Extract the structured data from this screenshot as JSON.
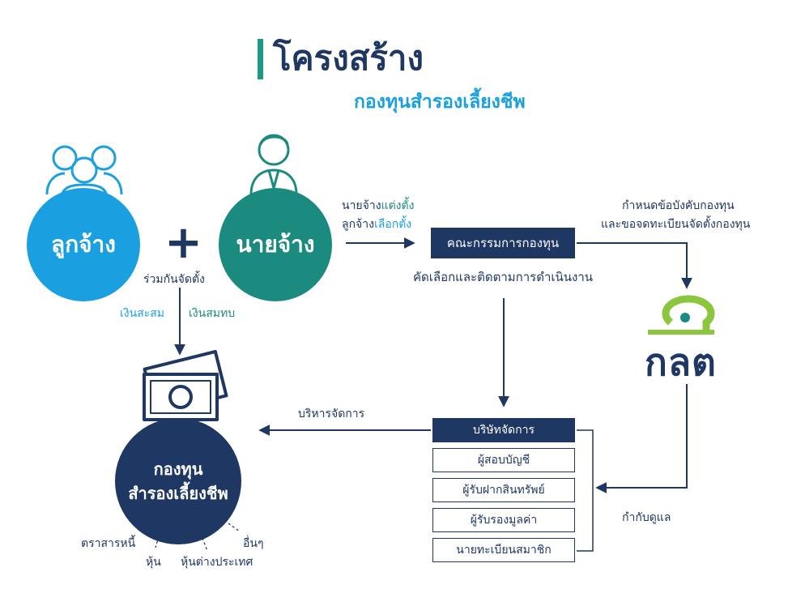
{
  "title": "โครงสร้าง",
  "subtitle": "กองทุนสำรองเลี้ยงชีพ",
  "employee": {
    "label": "ลูกจ้าง",
    "icon": "people-group-icon"
  },
  "employer": {
    "label": "นายจ้าง",
    "icon": "businessman-icon"
  },
  "plus_sign": "+",
  "joint_setup": "ร่วมกันจัดตั้ง",
  "contribution": {
    "employee": "เงินสะสม",
    "employer": "เงินสมทบ"
  },
  "appoint": {
    "line1_prefix": "นายจ้าง",
    "line1_highlight": "แต่งตั้ง",
    "line2_prefix": "ลูกจ้าง",
    "line2_highlight": "เลือกตั้ง"
  },
  "committee": {
    "label": "คณะกรรมการกองทุน",
    "caption": "คัดเลือกและติดตามการดำเนินงาน"
  },
  "sec": {
    "note_line1": "กำหนดข้อบังคับกองทุน",
    "note_line2": "และขอจดทะเบียนจัดตั้งกองทุน",
    "name": "กลต",
    "oversee": "กำกับดูแล"
  },
  "fund": {
    "line1": "กองทุน",
    "line2": "สำรองเลี้ยงชีพ",
    "icon": "money-stack-icon"
  },
  "manage": "บริหารจัดการ",
  "parties": {
    "main": "บริษัทจัดการ",
    "items": [
      "ผู้สอบบัญชี",
      "ผู้รับฝากสินทรัพย์",
      "ผู้รับรองมูลค่า",
      "นายทะเบียนสมาชิก"
    ]
  },
  "assets": {
    "a1": "ตราสารหนี้",
    "a2": "หุ้น",
    "a3": "หุ้นต่างประเทศ",
    "a4": "อื่นๆ"
  },
  "colors": {
    "navy": "#1f3763",
    "sky": "#1aa0e0",
    "teal": "#1b8a7f",
    "lime": "#8cc63f"
  }
}
